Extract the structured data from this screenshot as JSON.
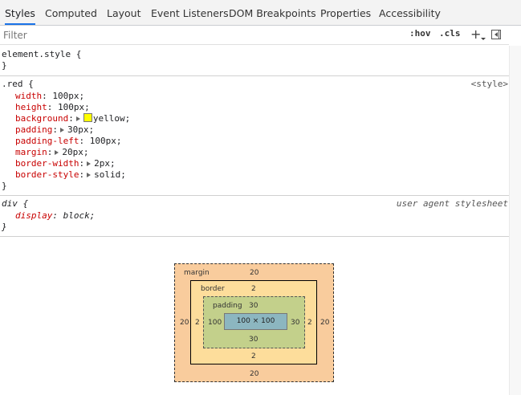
{
  "tabs": [
    {
      "label": "Styles",
      "active": true
    },
    {
      "label": "Computed",
      "active": false
    },
    {
      "label": "Layout",
      "active": false
    },
    {
      "label": "Event Listeners",
      "active": false
    },
    {
      "label": "DOM Breakpoints",
      "active": false
    },
    {
      "label": "Properties",
      "active": false
    },
    {
      "label": "Accessibility",
      "active": false
    }
  ],
  "filterbar": {
    "placeholder": "Filter",
    "hov_label": ":hov",
    "cls_label": ".cls",
    "plus_label": "+"
  },
  "rules": {
    "element_style": {
      "selector": "element.style {",
      "close": "}"
    },
    "red": {
      "selector": ".red {",
      "source": "<style>",
      "close": "}",
      "declarations": [
        {
          "prop": "width",
          "val": "100px;"
        },
        {
          "prop": "height",
          "val": "100px;"
        },
        {
          "prop": "background",
          "val": "yellow;"
        },
        {
          "prop": "padding",
          "val": "30px;"
        },
        {
          "prop": "padding-left",
          "val": "100px;"
        },
        {
          "prop": "margin",
          "val": "20px;"
        },
        {
          "prop": "border-width",
          "val": "2px;"
        },
        {
          "prop": "border-style",
          "val": "solid;"
        }
      ]
    },
    "div": {
      "selector": "div {",
      "source": "user agent stylesheet",
      "close": "}",
      "declarations": [
        {
          "prop": "display",
          "val": "block;"
        }
      ]
    }
  },
  "swatch_color": "#ffff00",
  "box_model": {
    "margin_label": "margin",
    "border_label": "border",
    "padding_label": "padding",
    "margin_top": "20",
    "margin_bottom": "20",
    "margin_left": "20",
    "margin_right": "20",
    "border_top": "2",
    "border_bottom": "2",
    "border_left": "2",
    "border_right": "2",
    "padding_top": "30",
    "padding_bottom": "30",
    "padding_left": "100",
    "padding_right": "30",
    "content": "100 × 100",
    "colors": {
      "margin": "#f9cc9d",
      "border": "#fddd9b",
      "padding": "#c3d08b",
      "content": "#8cb6c0"
    }
  }
}
